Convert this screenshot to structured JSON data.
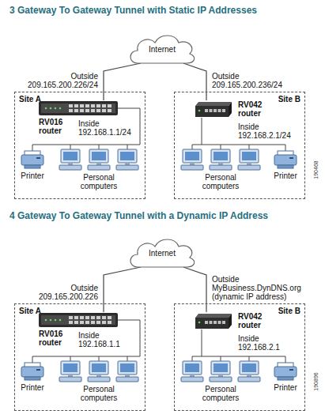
{
  "diagram": {
    "title": "3 Gateway To Gateway Tunnel with Static IP Addresses",
    "nodes": [
      {
        "text": [
          "Internet"
        ]
      },
      {
        "text": [
          "Site A"
        ]
      },
      {
        "text": [
          "RV016 router"
        ],
        "in": 1
      },
      {
        "text": [
          "Site B"
        ]
      },
      {
        "text": [
          "RV042 router"
        ],
        "in": 3
      },
      {
        "text": [
          "Internet"
        ]
      },
      {
        "text": [
          "Site A"
        ]
      },
      {
        "text": [
          "RV016 router"
        ],
        "in": 6
      },
      {
        "text": [
          "Site B"
        ]
      },
      {
        "text": [
          "RV042 router"
        ],
        "in": 8
      }
    ],
    "edges": [
      {
        "from": 0,
        "to": 2,
        "arrow": "none"
      },
      {
        "from": 0,
        "to": 4,
        "arrow": "none"
      },
      {
        "from": 5,
        "to": 7,
        "arrow": "none"
      },
      {
        "from": 5,
        "to": 9,
        "arrow": "none"
      }
    ],
    "labels": [
      "Outside 209.165.200.226/24",
      "Inside 192.168.1.1/24",
      "Printer",
      "Personal computers",
      "Outside 209.165.200.236/24",
      "Inside 192.168.2.1/24",
      "Personal computers",
      "Printer",
      "190468",
      "4 Gateway To Gateway Tunnel with a Dynamic IP Address",
      "Outside 209.165.200.226",
      "Inside 192.168.1.1",
      "Printer",
      "Personal computers",
      "Outside MyBusiness.DynDNS.org (dynamic IP address)",
      "Inside 192.168.2.1",
      "Personal computers",
      "Printer",
      "190896"
    ]
  }
}
